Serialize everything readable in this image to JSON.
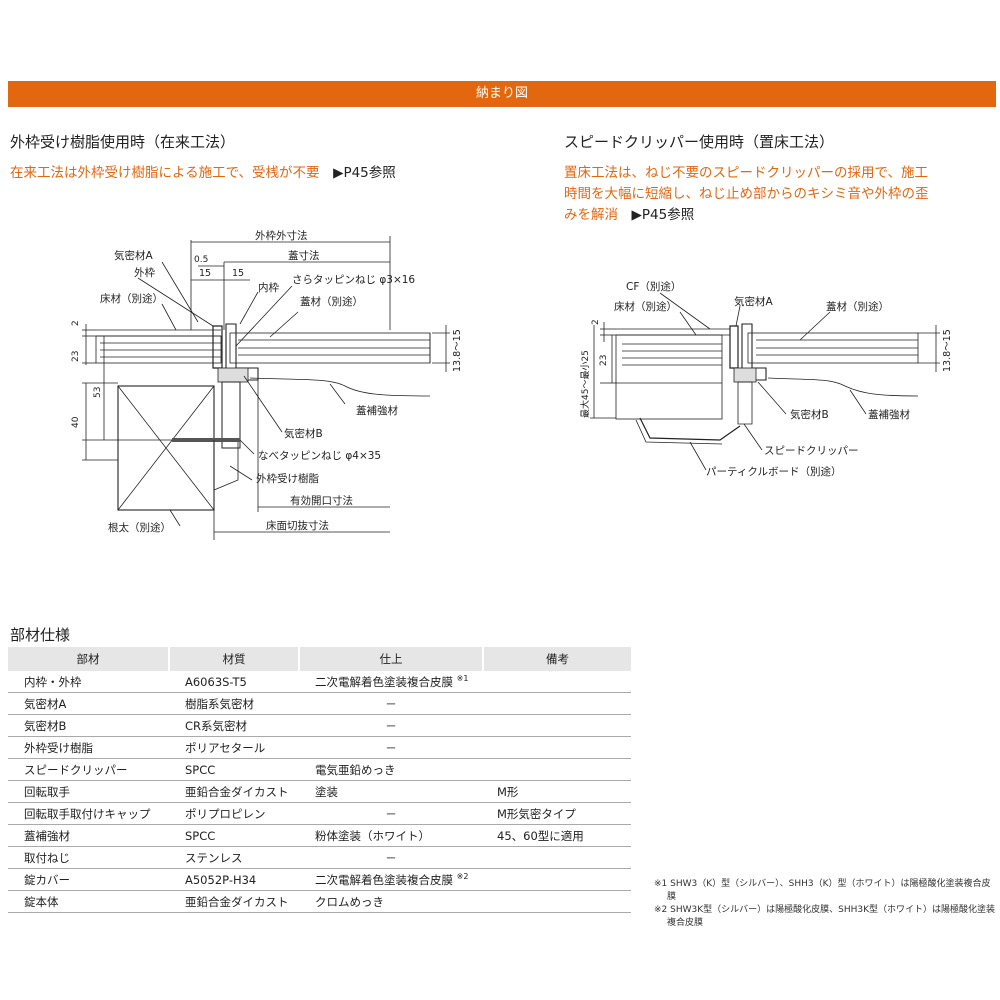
{
  "banner": "納まり図",
  "left": {
    "title": "外枠受け樹脂使用時（在来工法）",
    "lead": "在来工法は外枠受け樹脂による施工で、受桟が不要",
    "ref": "▶P45参照",
    "labels": {
      "outer_size": "外枠外寸法",
      "lid_size": "蓋寸法",
      "d05": "0.5",
      "d15a": "15",
      "d15b": "15",
      "airtight_a": "気密材A",
      "outer_frame": "外枠",
      "floor": "床材（別途）",
      "inner_frame": "内枠",
      "screw1": "さらタッピンねじ φ3×16",
      "lid_material": "蓋材（別途）",
      "d2": "2",
      "d23": "23",
      "d53": "53",
      "d40": "40",
      "d138": "13.8～15",
      "reinforce": "蓋補強材",
      "airtight_b": "気密材B",
      "screw2": "なべタッピンねじ φ4×35",
      "resin": "外枠受け樹脂",
      "effective": "有効開口寸法",
      "cut": "床面切抜寸法",
      "joist": "根太（別途）"
    }
  },
  "right": {
    "title": "スピードクリッパー使用時（置床工法）",
    "lead_lines": [
      "置床工法は、ねじ不要のスピードクリッパーの採用で、施工",
      "時間を大幅に短縮し、ねじ止め部からのキシミ音や外枠の歪",
      "みを解消"
    ],
    "ref": "▶P45参照",
    "labels": {
      "cf": "CF（別途）",
      "floor": "床材（別途）",
      "airtight_a": "気密材A",
      "lid_material": "蓋材（別途）",
      "d2": "2",
      "d23": "23",
      "range": "最大45～最小25",
      "d138": "13.8～15",
      "airtight_b": "気密材B",
      "reinforce": "蓋補強材",
      "clipper": "スピードクリッパー",
      "board": "パーティクルボード（別途）"
    }
  },
  "spec": {
    "title": "部材仕様",
    "headers": [
      "部材",
      "材質",
      "仕上",
      "備考"
    ],
    "rows": [
      {
        "part": "内枠・外枠",
        "material": "A6063S-T5",
        "finish": "二次電解着色塗装複合皮膜",
        "note_mark": "※1",
        "remark": ""
      },
      {
        "part": "気密材A",
        "material": "樹脂系気密材",
        "finish": "－",
        "note_mark": "",
        "remark": ""
      },
      {
        "part": "気密材B",
        "material": "CR系気密材",
        "finish": "－",
        "note_mark": "",
        "remark": ""
      },
      {
        "part": "外枠受け樹脂",
        "material": "ポリアセタール",
        "finish": "－",
        "note_mark": "",
        "remark": ""
      },
      {
        "part": "スピードクリッパー",
        "material": "SPCC",
        "finish": "電気亜鉛めっき",
        "note_mark": "",
        "remark": ""
      },
      {
        "part": "回転取手",
        "material": "亜鉛合金ダイカスト",
        "finish": "塗装",
        "note_mark": "",
        "remark": "M形"
      },
      {
        "part": "回転取手取付けキャップ",
        "material": "ポリプロピレン",
        "finish": "－",
        "note_mark": "",
        "remark": "M形気密タイプ"
      },
      {
        "part": "蓋補強材",
        "material": "SPCC",
        "finish": "粉体塗装（ホワイト）",
        "note_mark": "",
        "remark": "45、60型に適用"
      },
      {
        "part": "取付ねじ",
        "material": "ステンレス",
        "finish": "－",
        "note_mark": "",
        "remark": ""
      },
      {
        "part": "錠カバー",
        "material": "A5052P-H34",
        "finish": "二次電解着色塗装複合皮膜",
        "note_mark": "※2",
        "remark": ""
      },
      {
        "part": "錠本体",
        "material": "亜鉛合金ダイカスト",
        "finish": "クロムめっき",
        "note_mark": "",
        "remark": ""
      }
    ]
  },
  "notes": [
    "※1 SHW3（K）型（シルバー）、SHH3（K）型（ホワイト）は陽極酸化塗装複合皮膜",
    "※2 SHW3K型（シルバー）は陽極酸化皮膜、SHH3K型（ホワイト）は陽極酸化塗装複合皮膜"
  ],
  "colors": {
    "accent": "#e3670f",
    "header_bg": "#e6e6e6"
  }
}
